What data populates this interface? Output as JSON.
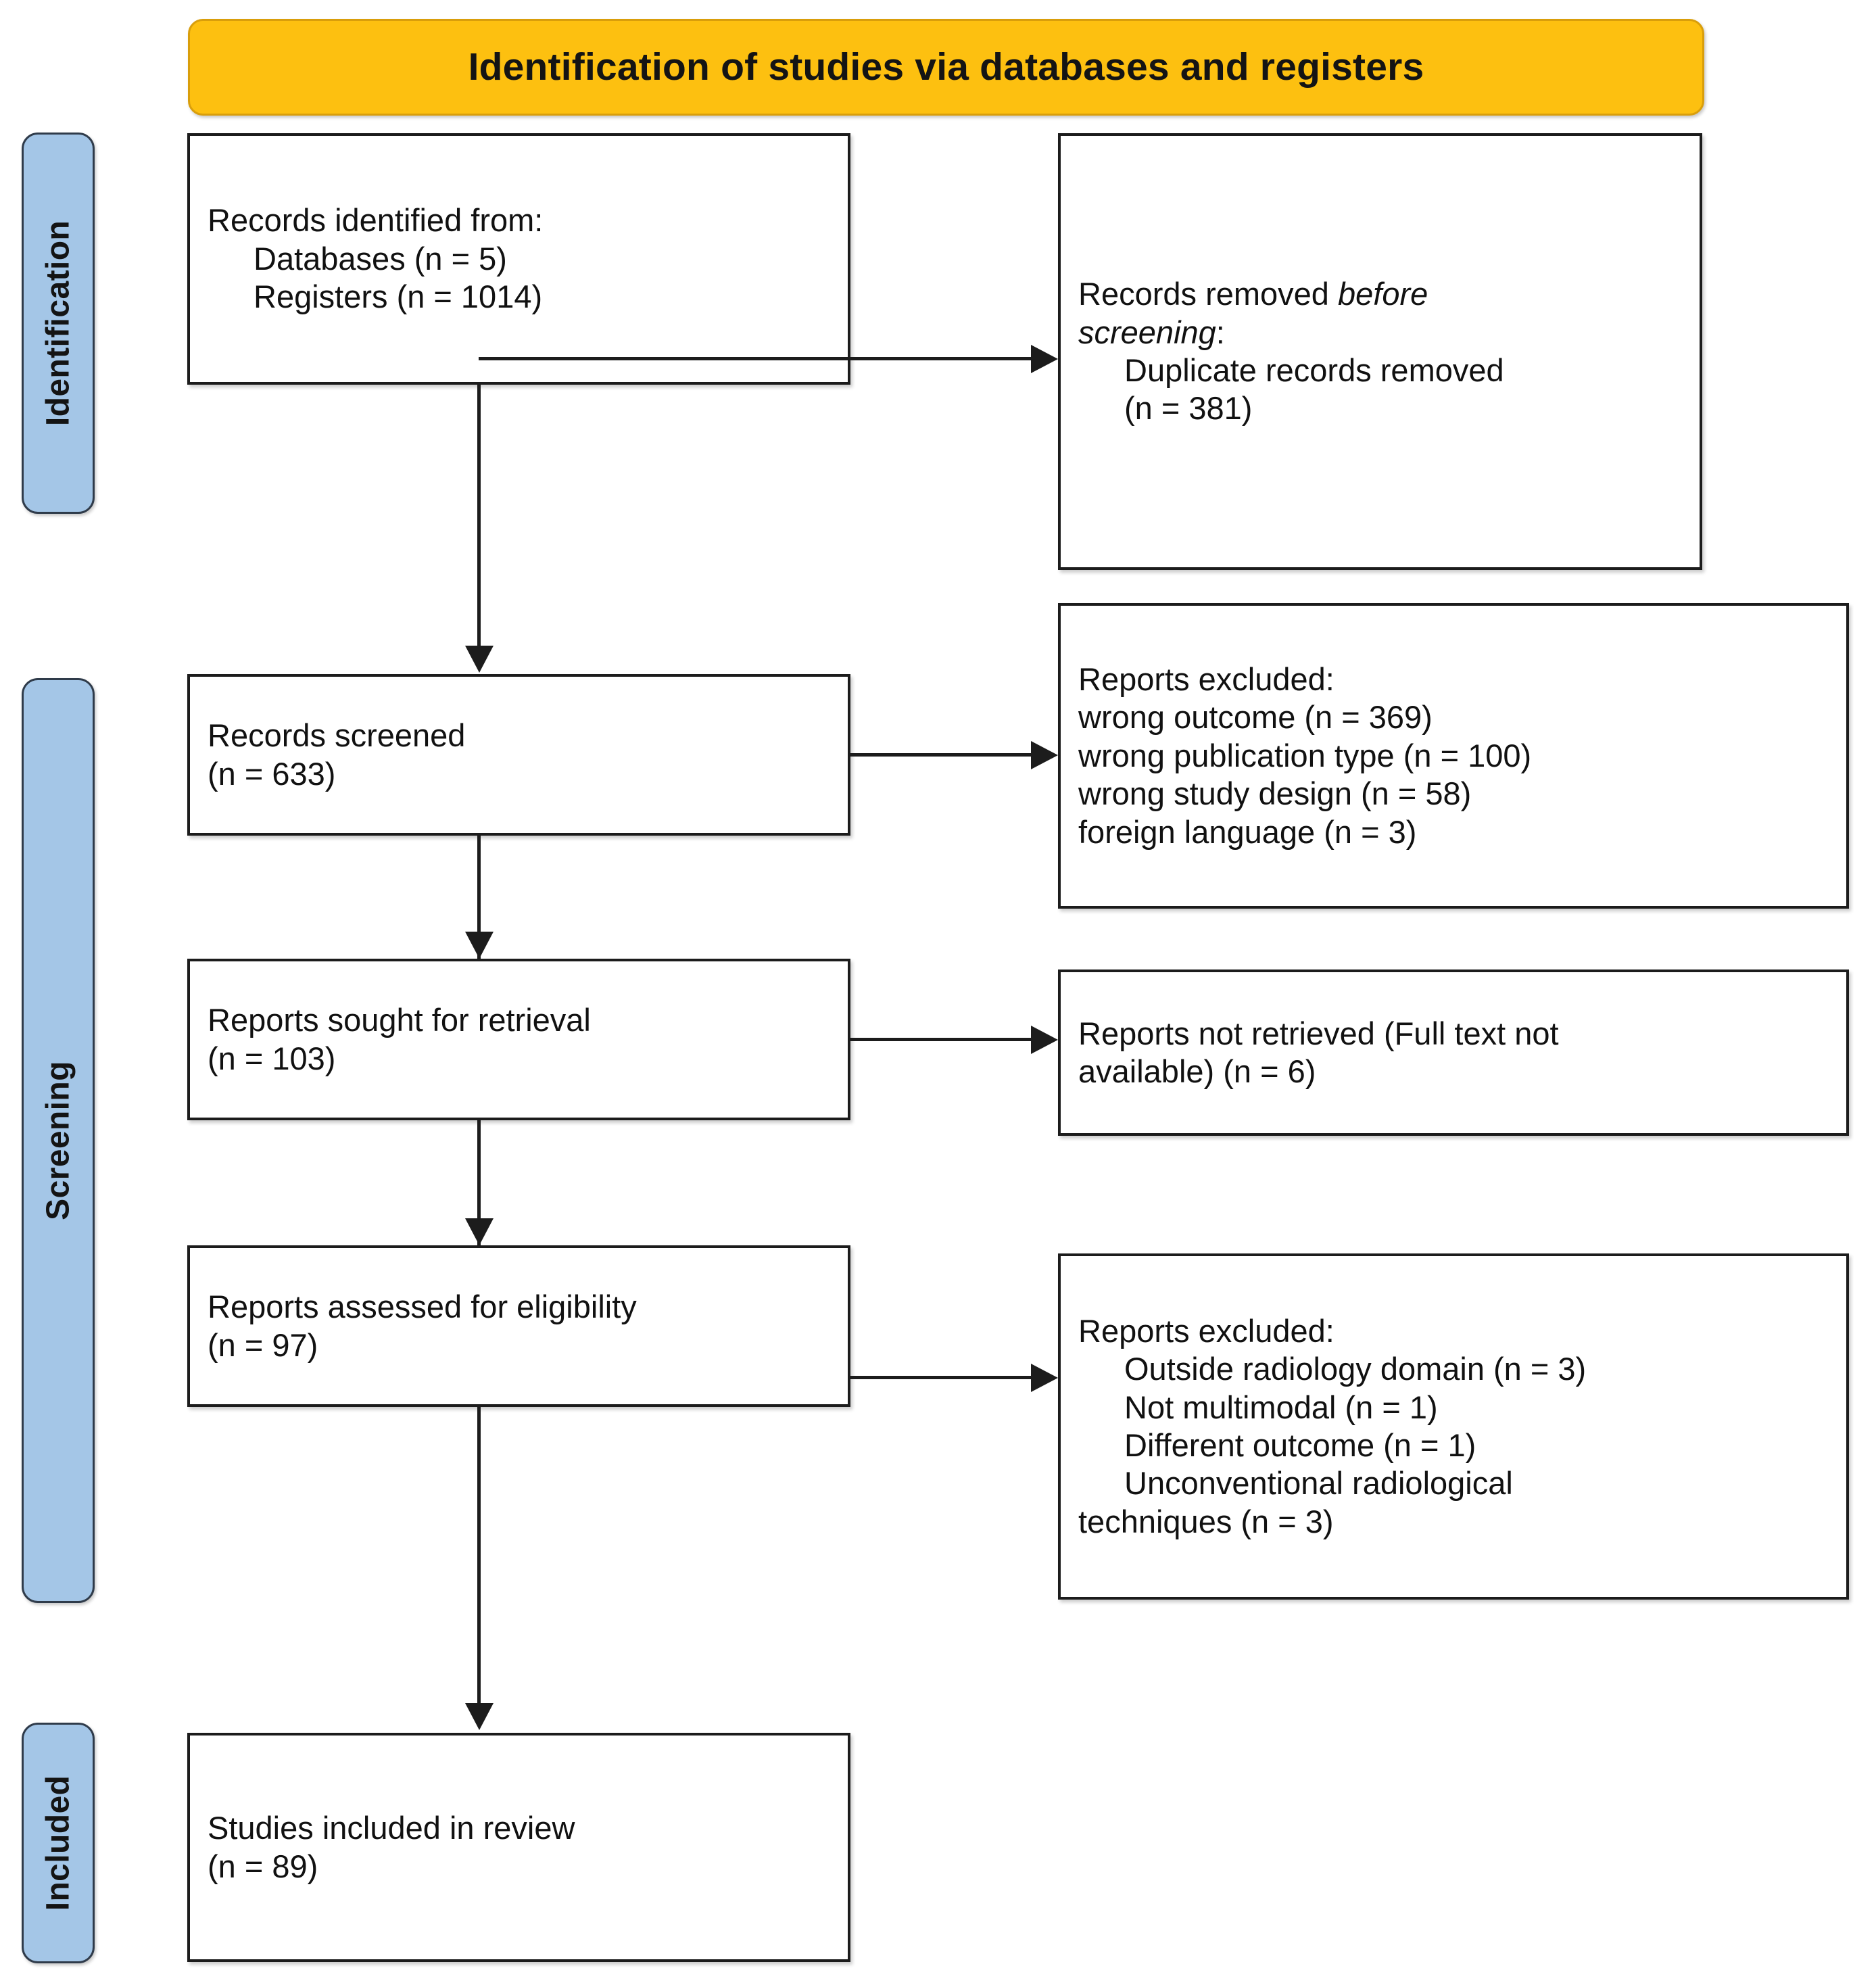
{
  "header": {
    "title": "Identification of studies via databases and registers",
    "banner_color": "#FDC010"
  },
  "stages": {
    "identification": "Identification",
    "screening": "Screening",
    "included": "Included",
    "stage_color": "#A4C6E7"
  },
  "boxes": {
    "identified": {
      "line1": "Records identified from:",
      "line2": "Databases (n = 5)",
      "line3": "Registers (n = 1014)"
    },
    "removed": {
      "line1_a": "Records removed ",
      "line1_em": "before",
      "line2_em": "screening",
      "line2_b": ":",
      "line3": "Duplicate records removed",
      "line4": "(n = 381)"
    },
    "screened": {
      "line1": "Records screened",
      "line2": "(n = 633)"
    },
    "excluded_1": {
      "line1": "Reports excluded:",
      "line2": "wrong outcome (n = 369)",
      "line3": "wrong publication type (n = 100)",
      "line4": "wrong study design (n = 58)",
      "line5": "foreign language (n = 3)"
    },
    "sought": {
      "line1": "Reports sought for retrieval",
      "line2": "(n = 103)"
    },
    "not_retrieved": {
      "line1": "Reports not retrieved (Full text not",
      "line2": "available) (n = 6)"
    },
    "assessed": {
      "line1": "Reports assessed for eligibility",
      "line2": "(n = 97)"
    },
    "excluded_2": {
      "line1": "Reports excluded:",
      "line2": "Outside radiology domain (n = 3)",
      "line3": "Not multimodal (n = 1)",
      "line4": "Different outcome (n = 1)",
      "line5": "Unconventional radiological",
      "line6": "techniques (n = 3)"
    },
    "included": {
      "line1": "Studies included in review",
      "line2": "(n = 89)"
    }
  }
}
